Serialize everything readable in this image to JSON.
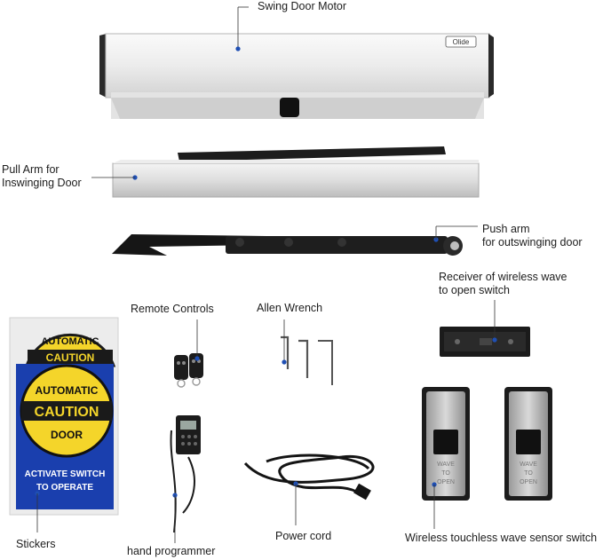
{
  "labels": {
    "motor": "Swing Door Motor",
    "pull_arm": "Pull Arm for\nInswinging Door",
    "push_arm": "Push arm\nfor outswinging door",
    "receiver": "Receiver of wireless wave\nto open switch",
    "remote": "Remote Controls",
    "wrench": "Allen  Wrench",
    "stickers": "Stickers",
    "programmer": "hand programmer",
    "power_cord": "Power cord",
    "sensor": "Wireless touchless wave sensor switch"
  },
  "motor_brand": "Olide",
  "sticker": {
    "top_word": "AUTOMATIC",
    "word": "CAUTION",
    "door": "DOOR",
    "activate": "ACTIVATE SWITCH",
    "operate": "TO OPERATE"
  },
  "sensor_text": [
    "WAVE",
    "TO",
    "OPEN"
  ],
  "colors": {
    "accent_dot": "#1f4fb4",
    "caution_yellow": "#f4d52a",
    "sticker_blue": "#1a3fae",
    "metal": "#dcdcdc",
    "black": "#1a1a1a"
  }
}
